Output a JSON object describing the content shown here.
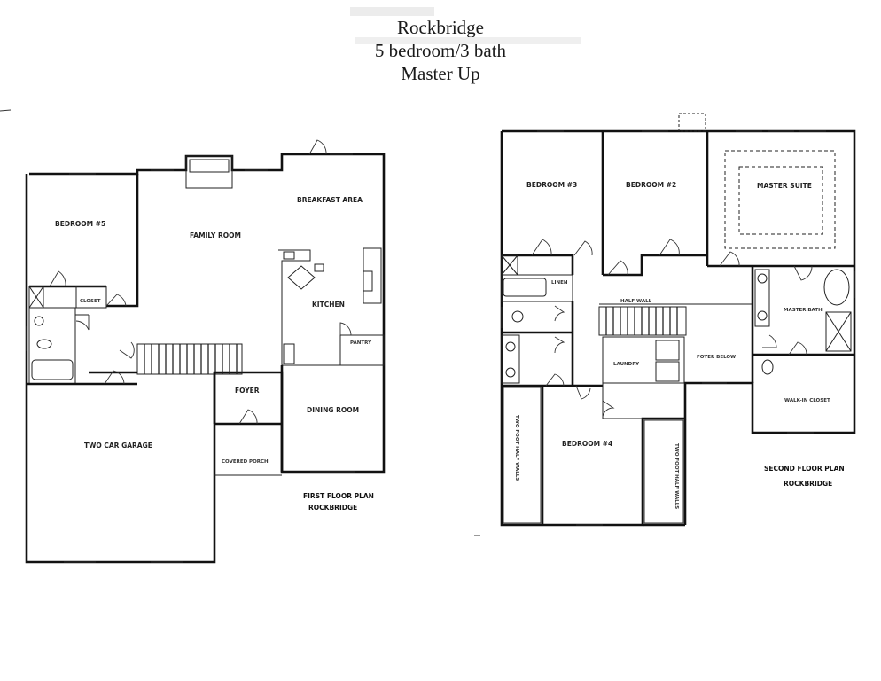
{
  "header": {
    "title": "Rockbridge",
    "line2": "5 bedroom/3 bath",
    "line3": "Master Up"
  },
  "first_floor": {
    "plan_title": "FIRST FLOOR PLAN",
    "plan_name": "ROCKBRIDGE",
    "rooms": {
      "bedroom5": "BEDROOM #5",
      "family_room": "FAMILY ROOM",
      "breakfast_area": "BREAKFAST AREA",
      "kitchen": "KITCHEN",
      "foyer": "FOYER",
      "dining_room": "DINING ROOM",
      "garage": "TWO CAR GARAGE",
      "covered_porch": "COVERED PORCH",
      "closet": "CLOSET",
      "pantry": "PANTRY"
    }
  },
  "second_floor": {
    "plan_title": "SECOND FLOOR PLAN",
    "plan_name": "ROCKBRIDGE",
    "rooms": {
      "bedroom3": "BEDROOM #3",
      "bedroom2": "BEDROOM #2",
      "master_suite": "MASTER SUITE",
      "master_bath": "MASTER BATH",
      "walkin_closet": "WALK-IN CLOSET",
      "bedroom4": "BEDROOM #4",
      "laundry": "LAUNDRY",
      "foyer_below": "FOYER BELOW",
      "half_wall": "HALF WALL",
      "linen": "LINEN",
      "two_foot_half_wall_left": "TWO FOOT HALF WALLS",
      "two_foot_half_wall_right": "TWO FOOT HALF WALLS"
    }
  }
}
